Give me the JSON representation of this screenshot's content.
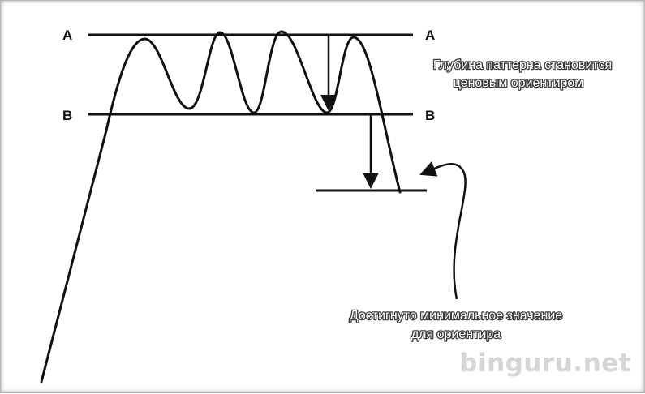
{
  "labels": {
    "a_left": "A",
    "a_right": "A",
    "b_left": "B",
    "b_right": "B"
  },
  "annotations": {
    "depth_line1": "Глубина паттерна становится",
    "depth_line2": "ценовым ориентиром",
    "target_line1": "Достигнуто минимальное значение",
    "target_line2": "для ориентира"
  },
  "watermark": "binguru.net",
  "colors": {
    "line": "#111111",
    "note_outline": "#3a3a3a",
    "watermark": "#d6d6d6"
  }
}
